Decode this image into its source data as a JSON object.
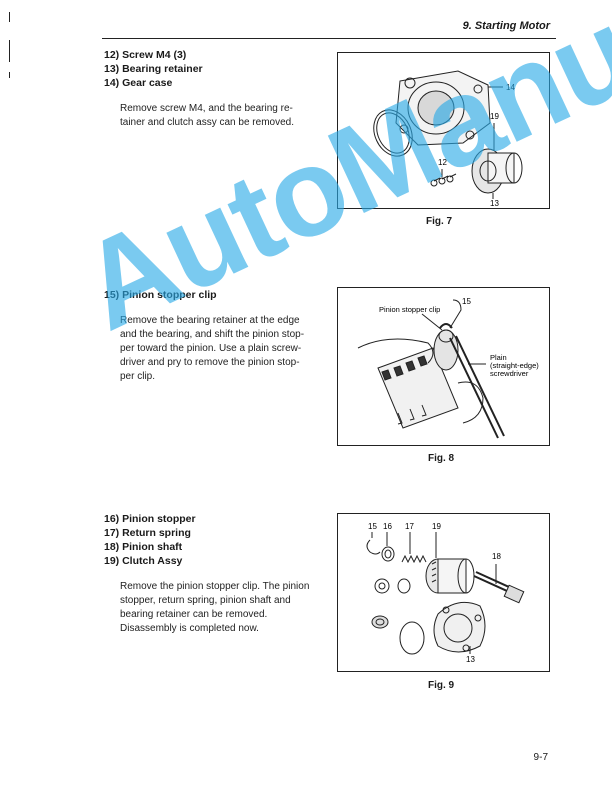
{
  "header": {
    "title": "9. Starting Motor"
  },
  "sections": [
    {
      "headings": [
        "12) Screw M4 (3)",
        "13) Bearing retainer",
        "14) Gear case"
      ],
      "body": [
        "Remove screw M4, and the bearing re-",
        "tainer and clutch assy can be removed."
      ],
      "figure": {
        "caption": "Fig. 7",
        "labels": [
          "14",
          "19",
          "12",
          "13"
        ]
      }
    },
    {
      "headings": [
        "15) Pinion stopper clip"
      ],
      "body": [
        "Remove the bearing retainer at the edge",
        "and the bearing, and shift the pinion stop-",
        "per toward the pinion. Use a plain screw-",
        "driver and pry to remove the pinion stop-",
        "per clip."
      ],
      "figure": {
        "caption": "Fig. 8",
        "labels": [
          "15",
          "Pinion stopper clip",
          "Plain",
          "(straight-edge)",
          "screwdriver"
        ]
      }
    },
    {
      "headings": [
        "16) Pinion stopper",
        "17) Return spring",
        "18) Pinion shaft",
        "19) Clutch Assy"
      ],
      "body": [
        "Remove the pinion stopper clip. The pinion",
        "stopper, return spring, pinion shaft and",
        "bearing retainer can be removed.",
        "Disassembly is completed now."
      ],
      "figure": {
        "caption": "Fig. 9",
        "labels": [
          "15",
          "16",
          "17",
          "19",
          "18",
          "13"
        ]
      }
    }
  ],
  "watermark": "AutoManual",
  "page_number": "9-7"
}
